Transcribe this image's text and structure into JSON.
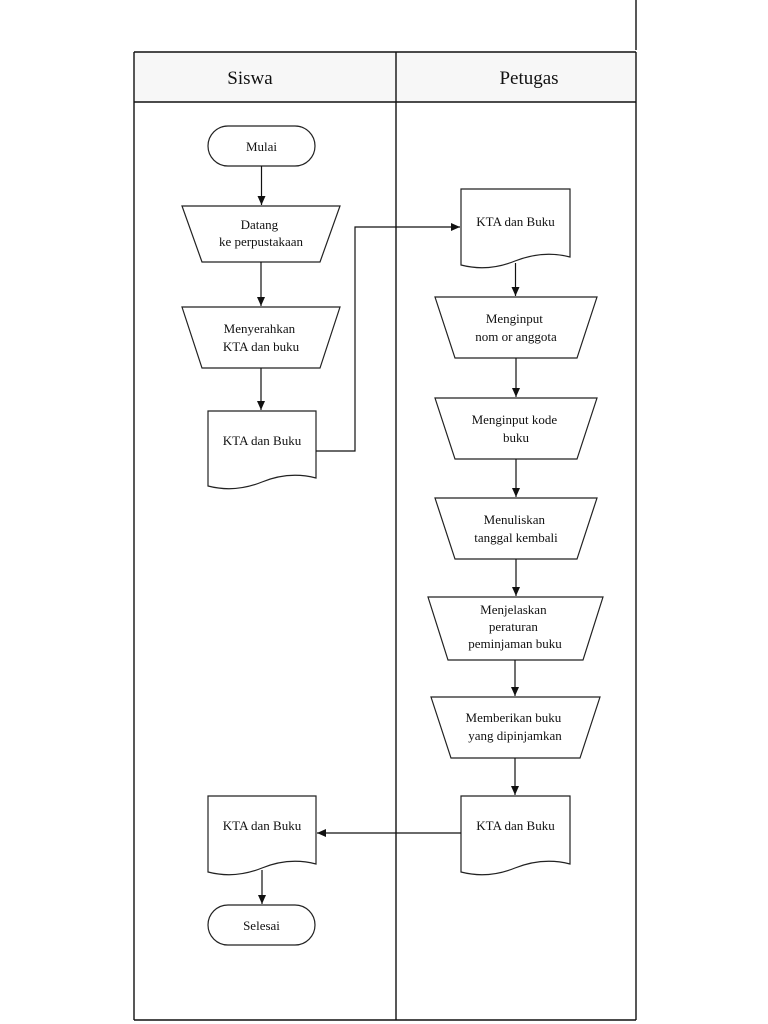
{
  "lanes": {
    "left": "Siswa",
    "right": "Petugas"
  },
  "nodes": {
    "start": "Mulai",
    "datang": [
      "Datang",
      "ke perpustakaan"
    ],
    "menyerahkan": [
      "Menyerahkan",
      "KTA dan buku"
    ],
    "doc_siswa_1": "KTA dan Buku",
    "doc_petugas_1": "KTA dan Buku",
    "input_anggota": [
      "Menginput",
      "nom or anggota"
    ],
    "input_kode": [
      "Menginput kode",
      "buku"
    ],
    "menuliskan": [
      "Menuliskan",
      "tanggal kembali"
    ],
    "menjelaskan": [
      "Menjelaskan",
      "peraturan",
      "peminjaman buku"
    ],
    "memberikan": [
      "Memberikan buku",
      "yang dipinjamkan"
    ],
    "doc_petugas_2": "KTA dan Buku",
    "doc_siswa_2": "KTA dan Buku",
    "end": "Selesai"
  }
}
